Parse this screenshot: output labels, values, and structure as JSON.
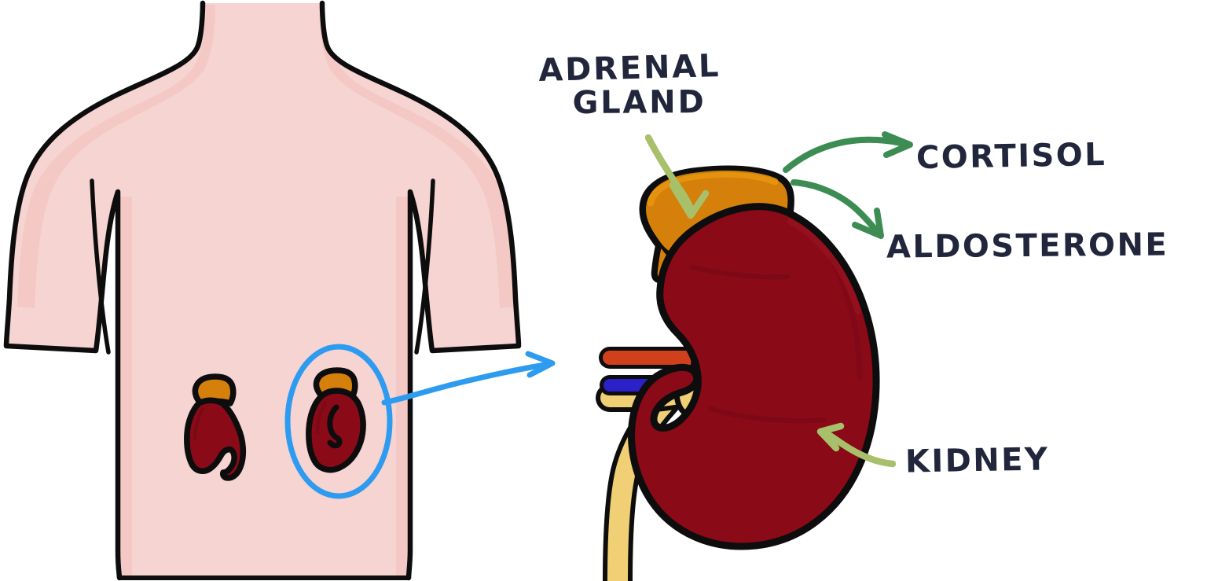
{
  "illustration": {
    "title": "Adrenal gland and kidney anatomy",
    "background_color": "#ffffff",
    "style": "hand-drawn medical illustration"
  },
  "labels": {
    "adrenal_gland_line1": "ADRENAL",
    "adrenal_gland_line2": "GLAND",
    "cortisol": "CORTISOL",
    "aldosterone": "ALDOSTERONE",
    "kidney": "KIDNEY"
  },
  "colors": {
    "text": "#22263c",
    "skin": "#f6d4d2",
    "skin_shadow": "#f2bdb9",
    "outline": "#0d0d0d",
    "kidney_red": "#8a0a18",
    "kidney_red_shade": "#6f0713",
    "adrenal_orange": "#d4800a",
    "adrenal_orange_light": "#e8950f",
    "artery_red": "#d1401d",
    "vein_blue": "#2a22c8",
    "ureter_yellow": "#f0cf75",
    "highlight_blue": "#2d9bf0",
    "arrow_green_dark": "#3c8c54",
    "arrow_green_sage": "#a8c06a"
  },
  "anatomy": {
    "torso": {
      "name": "human torso, back view",
      "organs_shown": [
        "left kidney",
        "right kidney",
        "adrenal glands"
      ]
    },
    "detail_view": {
      "name": "enlarged kidney with adrenal gland",
      "parts": [
        "adrenal gland",
        "kidney",
        "renal artery",
        "renal vein",
        "ureter"
      ]
    },
    "hormones": [
      "CORTISOL",
      "ALDOSTERONE"
    ]
  },
  "annotations": {
    "zoom_circle": "blue ellipse highlighting right kidney on torso",
    "zoom_arrow": "blue arrow from torso to enlarged detail view",
    "adrenal_pointer": "sage green curved arrow to adrenal gland",
    "cortisol_pointer": "dark green curved arrow to CORTISOL",
    "aldosterone_pointer": "dark green curved arrow to ALDOSTERONE",
    "kidney_pointer": "sage green curved arrow to kidney"
  }
}
